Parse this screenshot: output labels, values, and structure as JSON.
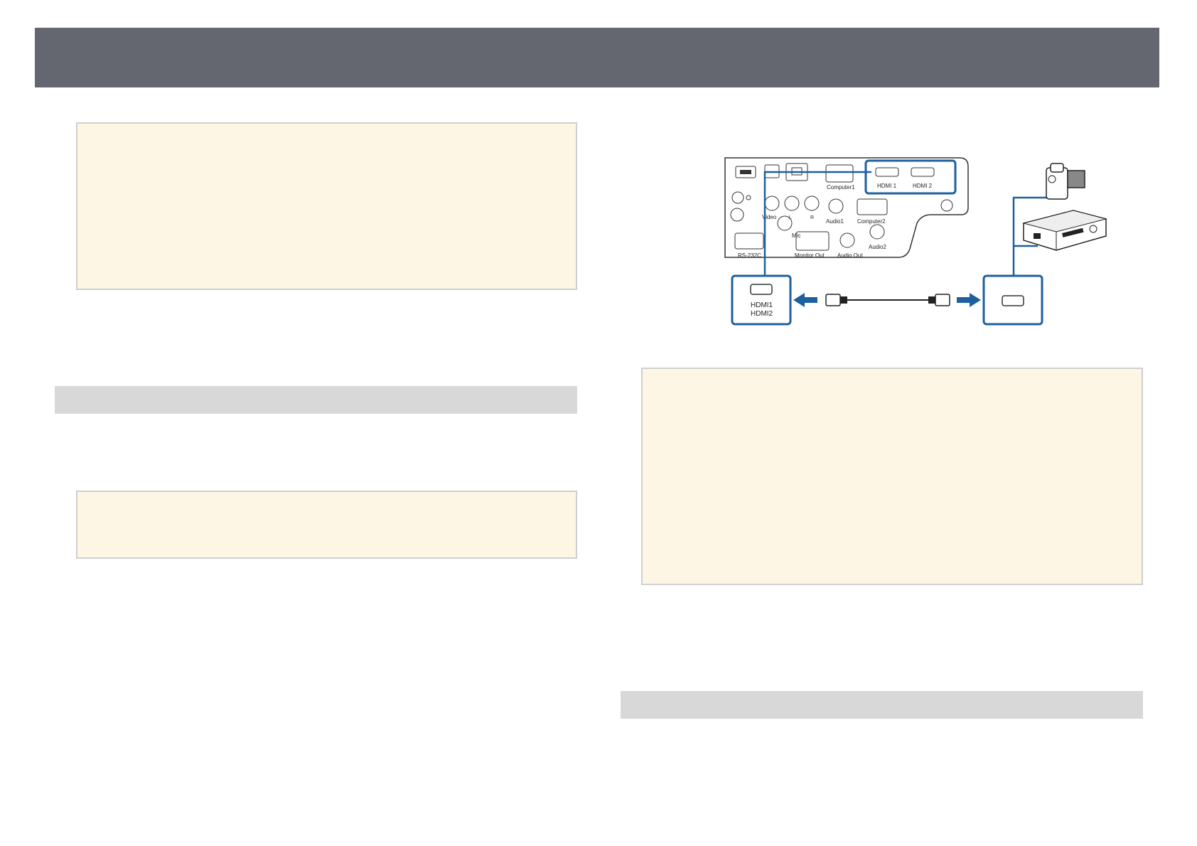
{
  "colors": {
    "header": "#646770",
    "note_background": "#fdf6e5",
    "note_border": "#cfcfcf",
    "section_bar": "#d8d8d8",
    "accent": "#1e5fa0"
  },
  "diagram": {
    "port_labels": {
      "computer1": "Computer1",
      "hdmi1": "HDMI 1",
      "hdmi2": "HDMI 2",
      "video": "Video",
      "l": "L",
      "r": "R",
      "mic": "Mic",
      "audio1": "Audio1",
      "computer2": "Computer2",
      "rs232c": "RS-232C",
      "monitor_out": "Monitor Out",
      "audio_out": "Audio Out",
      "audio2": "Audio2"
    },
    "callout_label_line1": "HDMI1",
    "callout_label_line2": "HDMI2",
    "icons": [
      "usb-port-icon",
      "lan-port-icon",
      "hdmi-connector-icon",
      "camcorder-icon",
      "video-player-icon",
      "hdmi-cable-icon",
      "arrow-left-icon",
      "arrow-right-icon"
    ]
  }
}
